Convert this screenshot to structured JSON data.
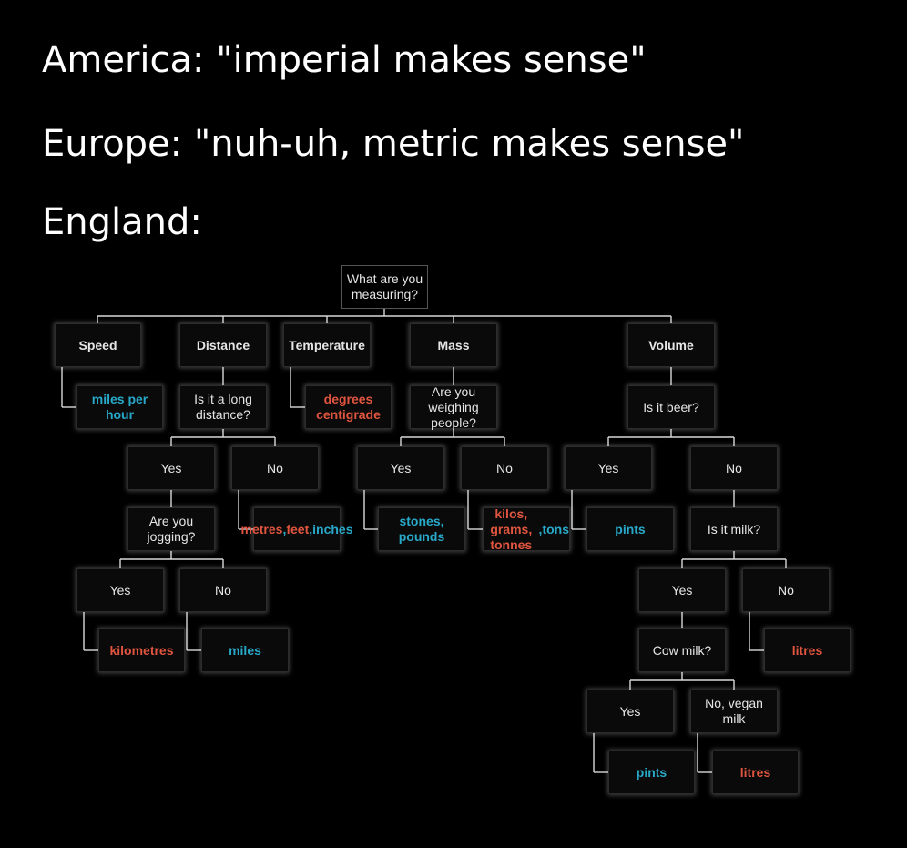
{
  "titles": [
    "America: \"imperial makes sense\"",
    "Europe: \"nuh-uh, metric makes sense\"",
    "England:"
  ],
  "nodes": [
    {
      "id": "root",
      "text": "What are you\nmeasuring?"
    },
    {
      "id": "speed",
      "text": "Speed"
    },
    {
      "id": "distance",
      "text": "Distance"
    },
    {
      "id": "temperature",
      "text": "Temperature"
    },
    {
      "id": "mass",
      "text": "Mass"
    },
    {
      "id": "volume",
      "text": "Volume"
    },
    {
      "id": "mph",
      "text": "miles per\nhour",
      "color": "blue"
    },
    {
      "id": "long-distance",
      "text": "Is it a long\ndistance?"
    },
    {
      "id": "centigrade",
      "text": "degrees\ncentigrade",
      "color": "red"
    },
    {
      "id": "weighing-people",
      "text": "Are you\nweighing\npeople?"
    },
    {
      "id": "is-beer",
      "text": "Is it beer?"
    },
    {
      "id": "dist-yes",
      "text": "Yes"
    },
    {
      "id": "dist-no",
      "text": "No"
    },
    {
      "id": "mass-yes",
      "text": "Yes"
    },
    {
      "id": "mass-no",
      "text": "No"
    },
    {
      "id": "beer-yes",
      "text": "Yes"
    },
    {
      "id": "beer-no",
      "text": "No"
    },
    {
      "id": "jogging",
      "text": "Are you\njogging?"
    },
    {
      "id": "metres-feet-inches",
      "parts": [
        {
          "t": "metres",
          "c": "red"
        },
        {
          "t": ", ",
          "c": "blue"
        },
        {
          "t": "feet",
          "c": "red"
        },
        {
          "t": ",\n",
          "c": "blue"
        },
        {
          "t": "inches",
          "c": "blue"
        }
      ]
    },
    {
      "id": "stones-pounds",
      "text": "stones,\npounds",
      "color": "blue"
    },
    {
      "id": "kilos-tonnes-tons",
      "parts": [
        {
          "t": "kilos, grams,\ntonnes",
          "c": "red"
        },
        {
          "t": ", ",
          "c": "blue"
        },
        {
          "t": "tons",
          "c": "blue"
        }
      ]
    },
    {
      "id": "pints-beer",
      "text": "pints",
      "color": "blue"
    },
    {
      "id": "is-milk",
      "text": "Is it milk?"
    },
    {
      "id": "jog-yes",
      "text": "Yes"
    },
    {
      "id": "jog-no",
      "text": "No"
    },
    {
      "id": "milk-yes",
      "text": "Yes"
    },
    {
      "id": "milk-no",
      "text": "No"
    },
    {
      "id": "kilometres",
      "text": "kilometres",
      "color": "red"
    },
    {
      "id": "miles",
      "text": "miles",
      "color": "blue"
    },
    {
      "id": "cow-milk",
      "text": "Cow milk?"
    },
    {
      "id": "litres-milk-no",
      "text": "litres",
      "color": "red"
    },
    {
      "id": "cow-yes",
      "text": "Yes"
    },
    {
      "id": "vegan-milk",
      "text": "No, vegan\nmilk"
    },
    {
      "id": "pints-cow",
      "text": "pints",
      "color": "blue"
    },
    {
      "id": "litres-vegan",
      "text": "litres",
      "color": "red"
    }
  ]
}
